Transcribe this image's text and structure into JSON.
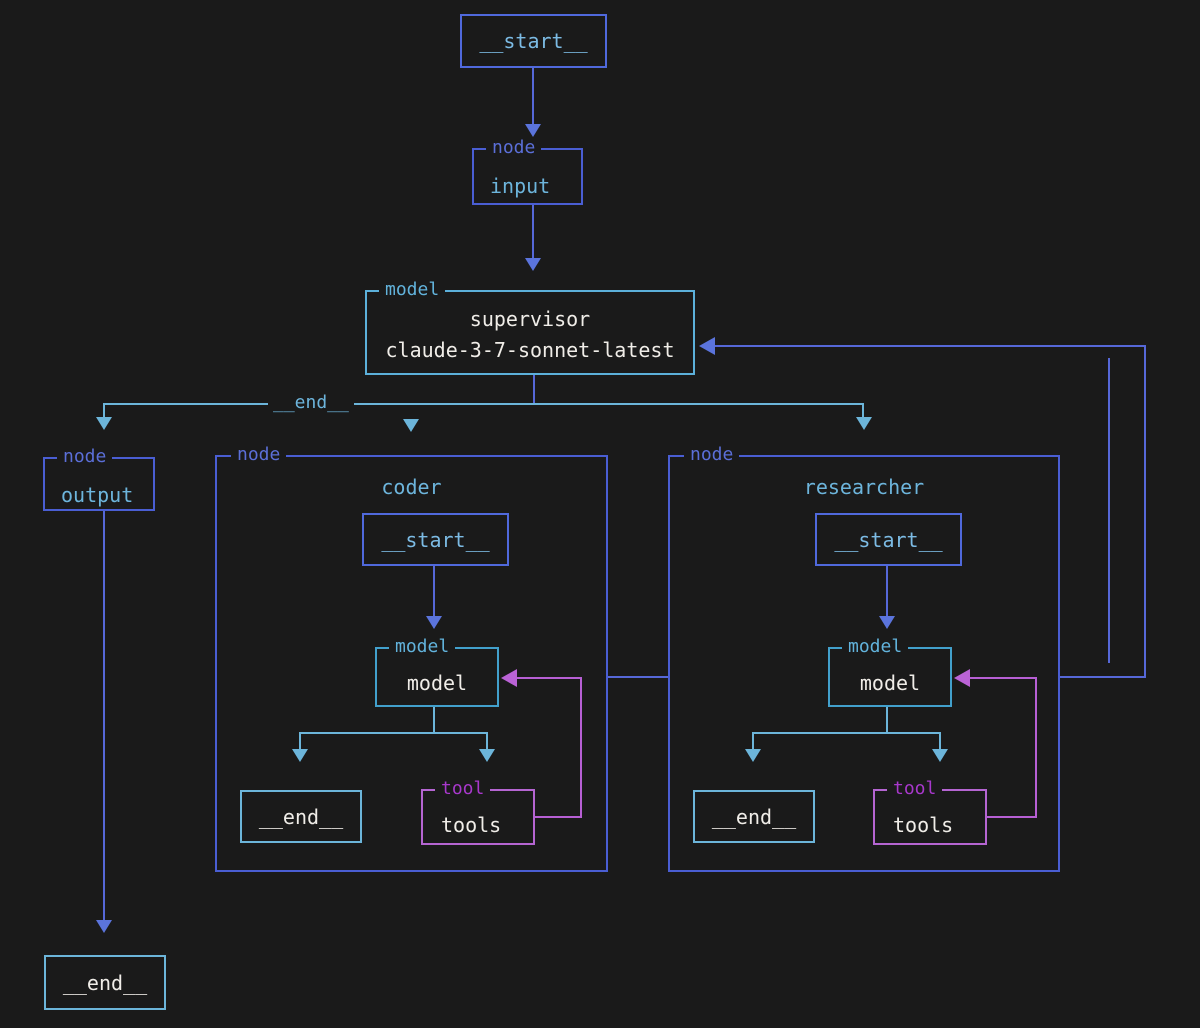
{
  "colors": {
    "background": "#1a1a1a",
    "edge_purple": "#5668d8",
    "edge_light_blue": "#6cb5da",
    "edge_magenta": "#b75fd4",
    "start_border": "#5069dc",
    "node_border": "#4a5ed3",
    "node_tag_text": "#5b6fd8",
    "model_border": "#42a0cc",
    "light_blue_text": "#6db5dc",
    "tool_border": "#b565d2",
    "tool_tag_text": "#a838cc",
    "white_text": "#f0ede8"
  },
  "top": {
    "start": "__start__",
    "input": {
      "tag": "node",
      "name": "input"
    }
  },
  "supervisor": {
    "tag": "model",
    "name": "supervisor",
    "model_id": "claude-3-7-sonnet-latest"
  },
  "edges": {
    "end_label": "__end__"
  },
  "output_node": {
    "tag": "node",
    "name": "output"
  },
  "final_end": "__end__",
  "subgraphs": [
    {
      "tag": "node",
      "title": "coder",
      "start": "__start__",
      "model_tag": "model",
      "model_name": "model",
      "end": "__end__",
      "tool_tag": "tool",
      "tools_name": "tools"
    },
    {
      "tag": "node",
      "title": "researcher",
      "start": "__start__",
      "model_tag": "model",
      "model_name": "model",
      "end": "__end__",
      "tool_tag": "tool",
      "tools_name": "tools"
    }
  ]
}
